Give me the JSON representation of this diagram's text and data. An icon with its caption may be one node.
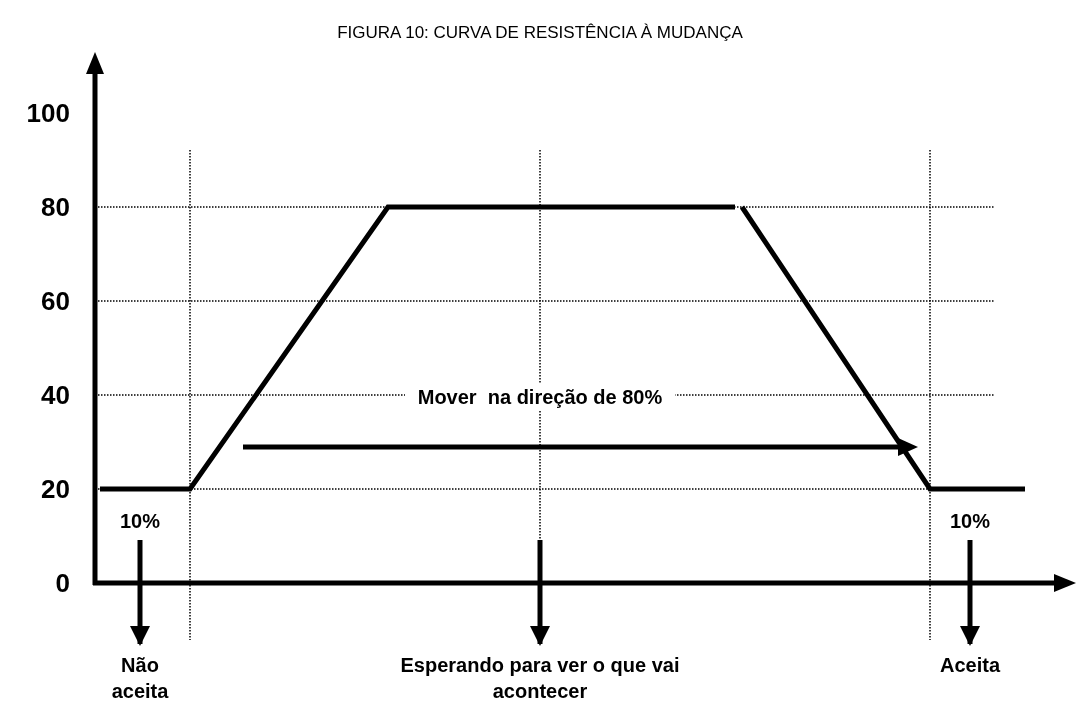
{
  "diagram": {
    "title": "FIGURA 10: CURVA DE RESISTÊNCIA À MUDANÇA",
    "nodes": [
      {
        "text": [
          "10%"
        ]
      },
      {
        "text": [
          "Não aceita"
        ]
      },
      {
        "text": [
          "Esperando para ver o que vai acontecer"
        ]
      },
      {
        "text": [
          "10%"
        ]
      },
      {
        "text": [
          "Aceita"
        ]
      }
    ],
    "edges": [
      {
        "from": 0,
        "to": 1,
        "arrow": "to"
      },
      {
        "from": null,
        "to": 2,
        "arrow": "to"
      },
      {
        "from": 3,
        "to": 4,
        "arrow": "to"
      }
    ],
    "labels": [
      "100",
      "80",
      "60",
      "40",
      "20",
      "0",
      "Mover  na direção de 80%"
    ]
  }
}
